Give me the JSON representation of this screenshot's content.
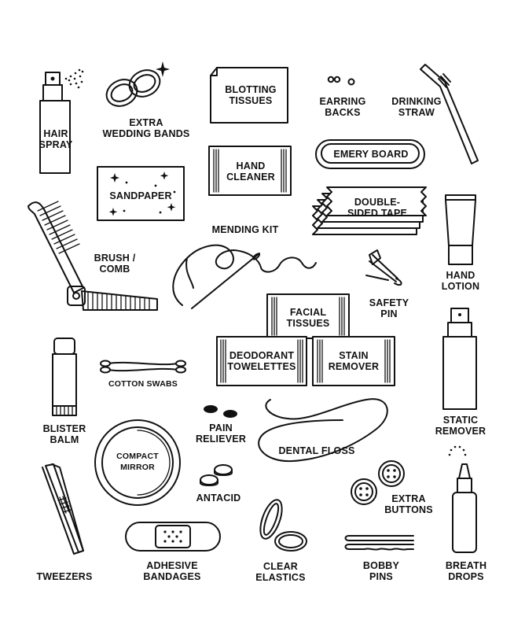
{
  "items": {
    "hair_spray": [
      "HAIR",
      "SPRAY"
    ],
    "wedding_bands": [
      "EXTRA",
      "WEDDING BANDS"
    ],
    "blotting_tissues": [
      "BLOTTING",
      "TISSUES"
    ],
    "earring_backs": [
      "EARRING",
      "BACKS"
    ],
    "drinking_straw": [
      "DRINKING",
      "STRAW"
    ],
    "hand_cleaner": [
      "HAND",
      "CLEANER"
    ],
    "emery_board": "EMERY BOARD",
    "sandpaper": "SANDPAPER",
    "double_sided_tape": [
      "DOUBLE-",
      "SIDED TAPE"
    ],
    "hand_lotion": [
      "HAND",
      "LOTION"
    ],
    "mending_kit": "MENDING KIT",
    "brush_comb": [
      "BRUSH /",
      "COMB"
    ],
    "safety_pin": [
      "SAFETY",
      "PIN"
    ],
    "facial_tissues": [
      "FACIAL",
      "TISSUES"
    ],
    "deodorant_towelettes": [
      "DEODORANT",
      "TOWELETTES"
    ],
    "stain_remover": [
      "STAIN",
      "REMOVER"
    ],
    "cotton_swabs": "COTTON SWABS",
    "blister_balm": [
      "BLISTER",
      "BALM"
    ],
    "static_remover": [
      "STATIC",
      "REMOVER"
    ],
    "pain_reliever": [
      "PAIN",
      "RELIEVER"
    ],
    "compact_mirror": [
      "COMPACT",
      "MIRROR"
    ],
    "dental_floss": "DENTAL FLOSS",
    "antacid": "ANTACID",
    "extra_buttons": [
      "EXTRA",
      "BUTTONS"
    ],
    "tweezers": "TWEEZERS",
    "adhesive_bandages": [
      "ADHESIVE",
      "BANDAGES"
    ],
    "clear_elastics": [
      "CLEAR",
      "ELASTICS"
    ],
    "bobby_pins": [
      "BOBBY",
      "PINS"
    ],
    "breath_drops": [
      "BREATH",
      "DROPS"
    ]
  },
  "colors": {
    "ink": "#111111",
    "background": "#ffffff"
  }
}
